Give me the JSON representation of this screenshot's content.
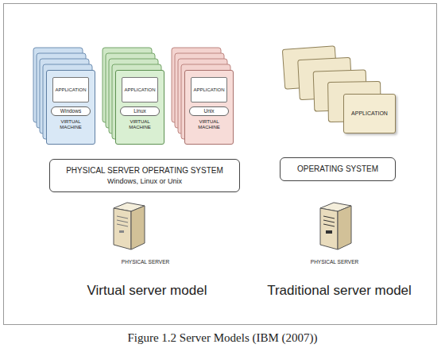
{
  "diagram": {
    "caption": "Figure 1.2 Server Models (IBM (2007))",
    "nodes": [
      {
        "text": [
          "VIRTUAL MACHINE"
        ]
      },
      {
        "text": [
          "APPLICATION"
        ],
        "in": 0
      },
      {
        "text": [
          "Windows"
        ],
        "in": 0
      },
      {
        "text": [
          "VIRTUAL MACHINE"
        ]
      },
      {
        "text": [
          "APPLICATION"
        ],
        "in": 3
      },
      {
        "text": [
          "Linux"
        ],
        "in": 3
      },
      {
        "text": [
          "VIRTUAL MACHINE"
        ]
      },
      {
        "text": [
          "APPLICATION"
        ],
        "in": 6
      },
      {
        "text": [
          "Unix"
        ],
        "in": 6
      },
      {
        "text": [
          "PHYSICAL SERVER OPERATING SYSTEM",
          "Windows, Linux or Unix"
        ]
      },
      {
        "text": [
          "APPLICATION"
        ]
      },
      {
        "text": [
          "OPERATING SYSTEM"
        ]
      }
    ],
    "labels": [
      "PHYSICAL SERVER",
      "Virtual server model",
      "PHYSICAL SERVER",
      "Traditional server model"
    ]
  }
}
